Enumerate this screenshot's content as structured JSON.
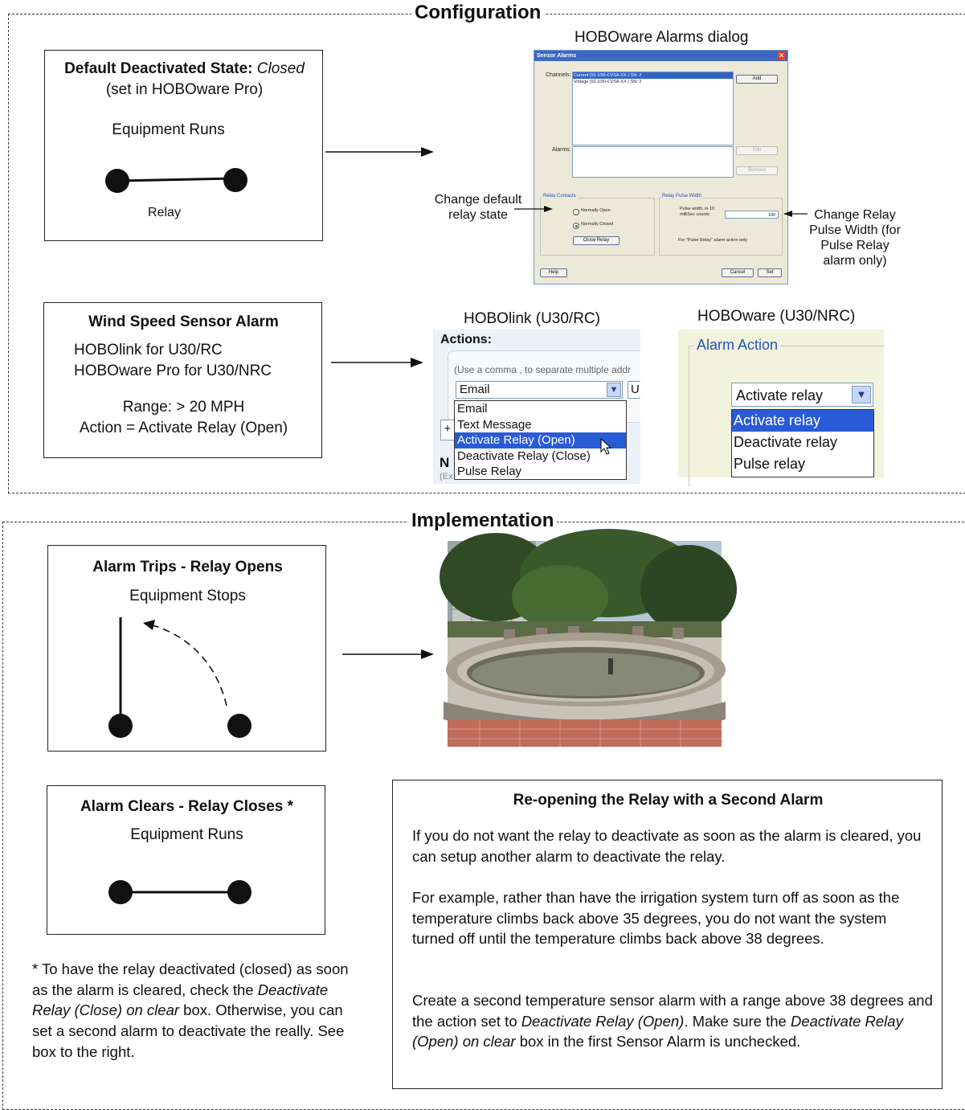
{
  "configuration": {
    "section_title": "Configuration",
    "default_box": {
      "label_bold": "Default Deactivated State:",
      "label_state": "Closed",
      "subtitle": "(set in HOBOware Pro)",
      "status": "Equipment Runs",
      "relay_label": "Relay"
    },
    "alarms_dialog": {
      "caption": "HOBOware Alarms dialog",
      "window_title": "Sensor Alarms",
      "channels_label": "Channels:",
      "channels": [
        "Current (91-U30-CVSA-XX ) SN: 2",
        "Voltage (91-U30-CVSA-XX ) SN: 2"
      ],
      "add_button": "Add",
      "alarms_label": "Alarms:",
      "edit_button": "Edit",
      "remove_button": "Remove",
      "relay_contacts_label": "Relay Contacts",
      "normally_open": "Normally Open",
      "normally_closed": "Normally Closed",
      "close_relay_button": "Close Relay",
      "pulse_width_group": "Relay Pulse Width",
      "pulse_width_label": "Pulse width, in 10 milliSec counts:",
      "pulse_width_value": "100",
      "pulse_note": "For \"Pulse Relay\" alarm action only",
      "help_button": "Help",
      "cancel_button": "Cancel",
      "set_button": "Set",
      "callout_left": "Change default relay state",
      "callout_right": "Change Relay Pulse Width (for Pulse Relay alarm only)"
    },
    "wind_box": {
      "title": "Wind Speed Sensor Alarm",
      "line1": "HOBOlink for U30/RC",
      "line2": "HOBOware Pro for U30/NRC",
      "range": "Range: > 20 MPH",
      "action": "Action = Activate Relay (Open)"
    },
    "hobolink": {
      "caption": "HOBOlink (U30/RC)",
      "actions_label": "Actions:",
      "hint": "(Use a comma , to separate multiple addr",
      "selected": "Email",
      "side_field": "U",
      "plus": "+",
      "options": [
        "Email",
        "Text Message",
        "Activate Relay (Open)",
        "Deactivate Relay (Close)",
        "Pulse Relay"
      ],
      "highlighted_index": 2,
      "below_label": "N",
      "below_hint": "(Ex"
    },
    "hoboware": {
      "caption": "HOBOware (U30/NRC)",
      "group_label": "Alarm Action",
      "selected": "Activate relay",
      "options": [
        "Activate relay",
        "Deactivate relay",
        "Pulse relay"
      ],
      "highlighted_index": 0
    }
  },
  "implementation": {
    "section_title": "Implementation",
    "trip_box": {
      "title": "Alarm Trips - Relay Opens",
      "status": "Equipment Stops"
    },
    "clear_box": {
      "title": "Alarm Clears - Relay Closes *",
      "status": "Equipment Runs"
    },
    "footnote": {
      "p1": "* To have the relay deactivated (closed) as soon as the alarm is cleared, check the",
      "p2_italic": "Deactivate Relay (Close) on clear",
      "p3": "box. Otherwise, you can set a second alarm to deactivate the really. See box to the right."
    },
    "reopen_box": {
      "title": "Re-opening the Relay with a Second Alarm",
      "para1": "If you do not want the relay to deactivate as soon as the alarm is cleared, you can setup another alarm to deactivate the relay.",
      "para2": "For example, rather than have the irrigation system turn off as soon as the temperature climbs back above 35 degrees, you do not want the system turned off until the temperature climbs back above 38 degrees.",
      "para3_a": "Create a second temperature sensor alarm with a range above 38 degrees and the action set to",
      "para3_b": "Deactivate Relay (Open)",
      "para3_c": ". Make sure the",
      "para3_d": "Deactivate Relay (Open) on clear",
      "para3_e": "box in the first Sensor Alarm is unchecked."
    }
  }
}
